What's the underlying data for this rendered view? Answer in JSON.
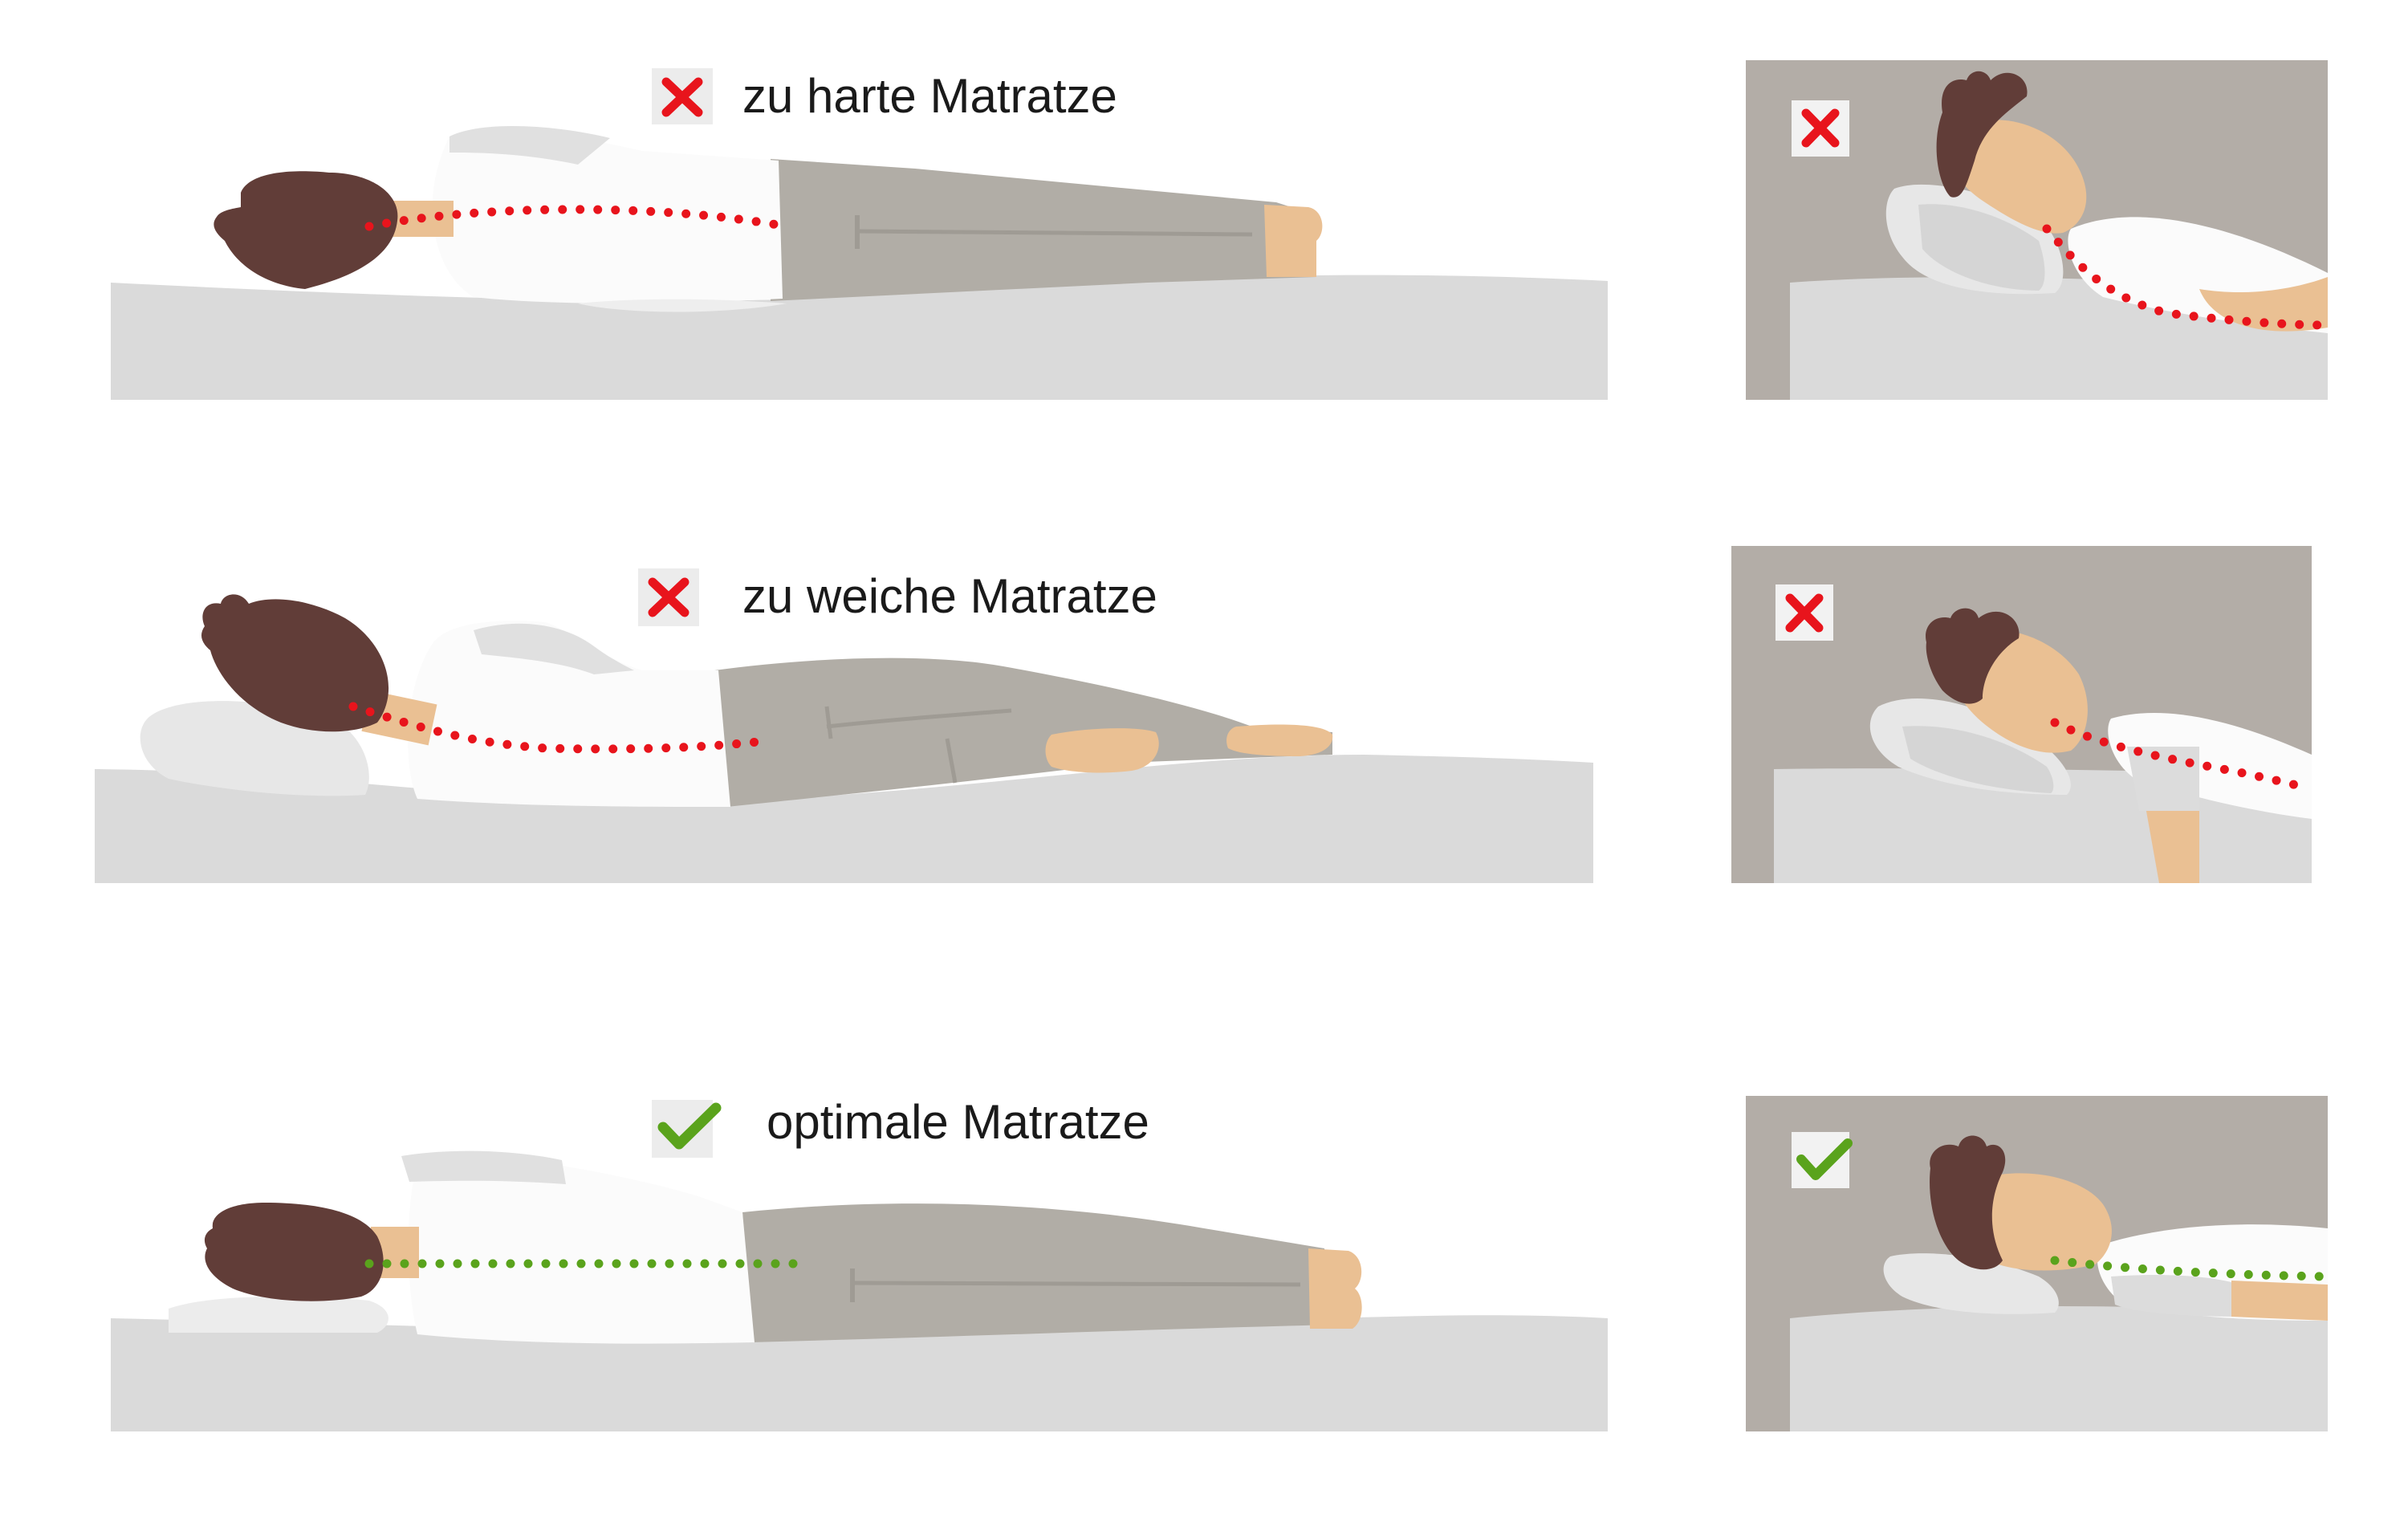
{
  "rows": [
    {
      "status": "wrong",
      "label": "zu harte Matratze"
    },
    {
      "status": "wrong",
      "label": "zu weiche Matratze"
    },
    {
      "status": "correct",
      "label": "optimale Matratze"
    }
  ],
  "colors": {
    "wrong_mark": "#e8141c",
    "correct_mark": "#5aa31c",
    "spine_wrong": "#e8141c",
    "spine_correct": "#5aa31c",
    "mattress": "#dadada",
    "wall": "#b3ada7",
    "hair": "#613d38",
    "skin": "#eac093",
    "shirt": "#fbfbfb",
    "trousers": "#b1ada6",
    "pillow": "#e7e7e7",
    "mark_background": "#ececec"
  },
  "icons": {
    "wrong": "cross-icon",
    "correct": "check-icon"
  }
}
